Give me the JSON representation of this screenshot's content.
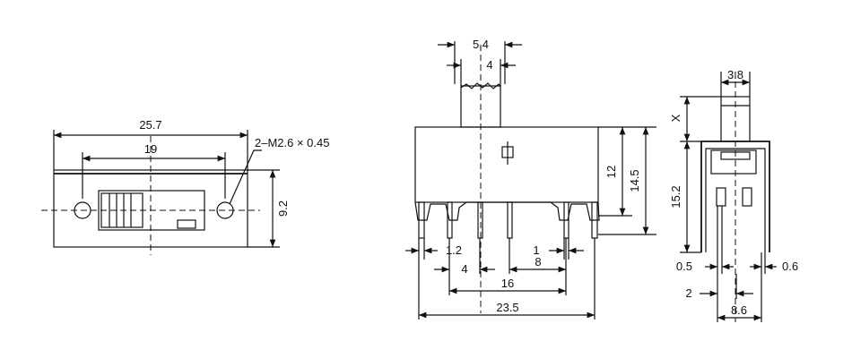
{
  "front_view": {
    "width_overall": "25.7",
    "hole_spacing": "19",
    "height": "9.2",
    "thread_callout": "2–M2.6 × 0.45"
  },
  "side_view": {
    "actuator_width": "5.4",
    "actuator_inner": "4",
    "body_height": "12",
    "overall_height": "14.5",
    "pin_width_side": "1.2",
    "pin_width": "1",
    "pin_pitch": "4",
    "pin_spacing_center": "8",
    "pin_span": "16",
    "total_width": "23.5"
  },
  "end_view": {
    "actuator_width": "3.8",
    "actuator_travel": "X",
    "body_height": "15.2",
    "pin_thick_left": "0.5",
    "pin_thick_right": "0.6",
    "pin_offset": "2",
    "pin_row_span": "8.6"
  }
}
